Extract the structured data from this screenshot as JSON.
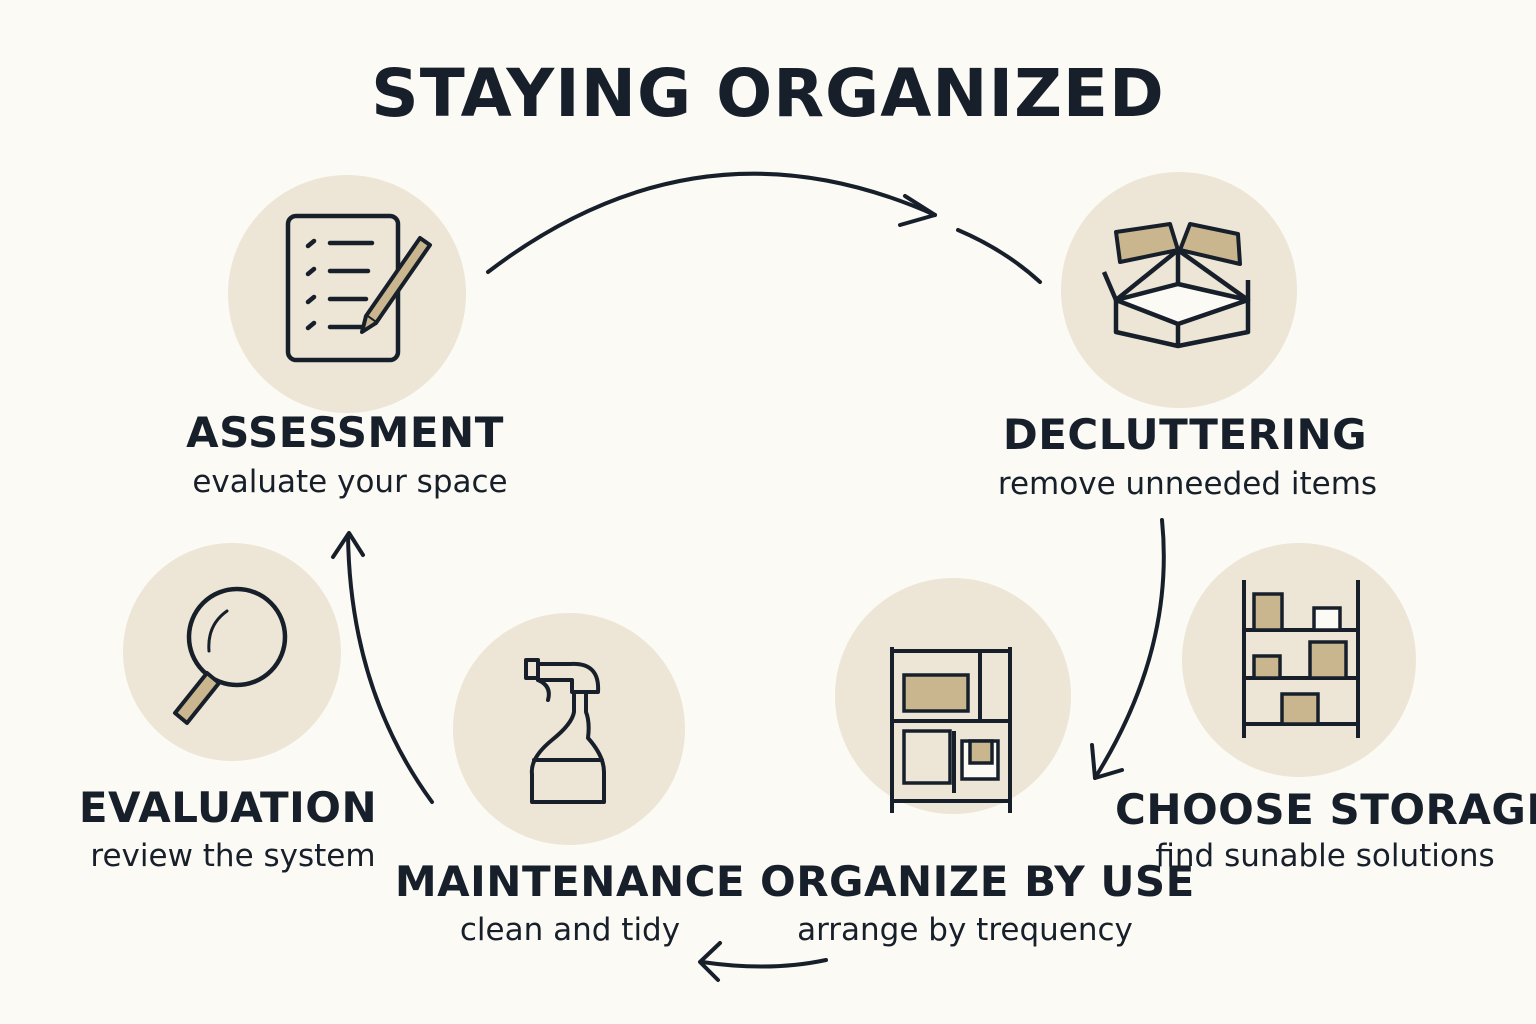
{
  "title": "STAYING ORGANIZED",
  "colors": {
    "background": "#fcfaf5",
    "circle_fill": "#ede6d6",
    "ink": "#17202a",
    "accent": "#c9b68f"
  },
  "steps": [
    {
      "icon": "checklist-pencil-icon",
      "title": "ASSESSMENT",
      "desc": "evaluate your space"
    },
    {
      "icon": "open-box-icon",
      "title": "DECLUTTERING",
      "desc": "remove unneeded items"
    },
    {
      "icon": "shelving-unit-icon",
      "title": "CHOOSE STORAGE",
      "desc": "find sunable solutions"
    },
    {
      "icon": "cabinet-icon",
      "title": "ORGANIZE BY USE",
      "desc": "arrange by trequency"
    },
    {
      "icon": "spray-bottle-icon",
      "title": "MAINTENANCE",
      "desc": "clean and tidy"
    },
    {
      "icon": "magnifier-icon",
      "title": "EVALUATION",
      "desc": "review the system"
    }
  ]
}
